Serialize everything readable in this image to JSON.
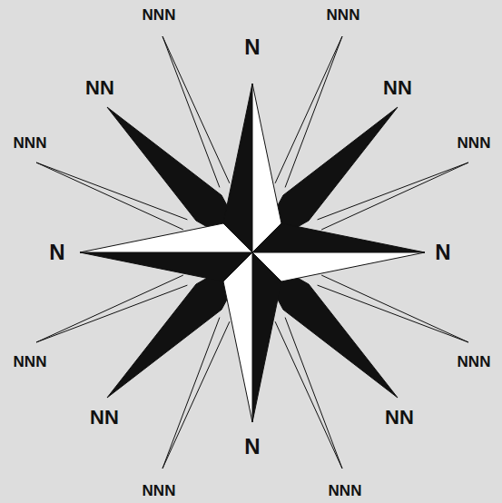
{
  "diagram": {
    "labels": [
      "NNN",
      "NNN",
      "N",
      "NN",
      "NN",
      "NNN",
      "NNN",
      "N",
      "N",
      "NNN",
      "NNN",
      "NN",
      "NN",
      "N",
      "NNN",
      "NNN"
    ]
  }
}
